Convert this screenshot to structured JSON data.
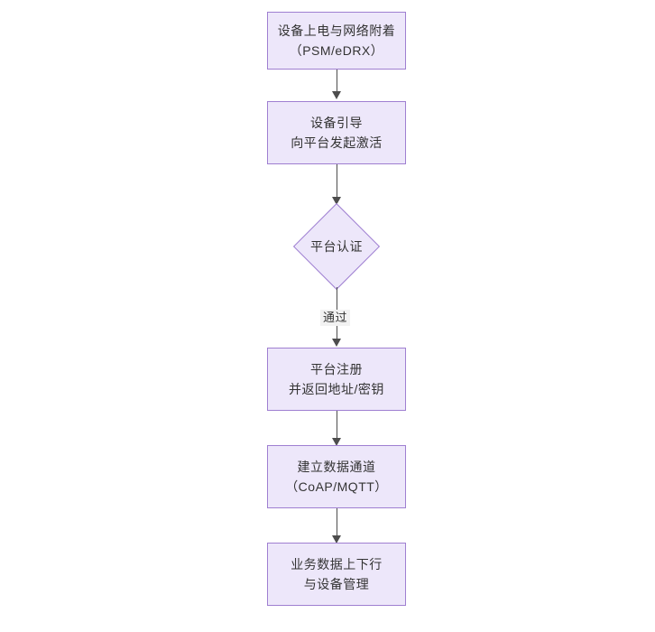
{
  "diagram": {
    "type": "flowchart",
    "orientation": "top-to-bottom",
    "theme": {
      "node_fill": "#ede7fa",
      "node_border": "#9f7fd1",
      "text_color": "#333333",
      "connector_color": "#4d4d4d",
      "edge_label_background": "#f2f2f2",
      "canvas_background": "#ffffff"
    },
    "nodes": [
      {
        "id": "power-on",
        "shape": "rectangle",
        "line1": "设备上电与网络附着",
        "line2": "（PSM/eDRX）"
      },
      {
        "id": "bootstrap",
        "shape": "rectangle",
        "line1": "设备引导",
        "line2": "向平台发起激活"
      },
      {
        "id": "platform-auth",
        "shape": "diamond",
        "line1": "平台认证",
        "line2": ""
      },
      {
        "id": "platform-register",
        "shape": "rectangle",
        "line1": "平台注册",
        "line2": "并返回地址/密钥"
      },
      {
        "id": "data-channel",
        "shape": "rectangle",
        "line1": "建立数据通道",
        "line2": "（CoAP/MQTT）"
      },
      {
        "id": "business-data",
        "shape": "rectangle",
        "line1": "业务数据上下行",
        "line2": "与设备管理"
      }
    ],
    "edges": [
      {
        "id": "e1",
        "from": "power-on",
        "to": "bootstrap",
        "label": ""
      },
      {
        "id": "e2",
        "from": "bootstrap",
        "to": "platform-auth",
        "label": ""
      },
      {
        "id": "e3",
        "from": "platform-auth",
        "to": "platform-register",
        "label": "通过"
      },
      {
        "id": "e4",
        "from": "platform-register",
        "to": "data-channel",
        "label": ""
      },
      {
        "id": "e5",
        "from": "data-channel",
        "to": "business-data",
        "label": ""
      }
    ]
  }
}
